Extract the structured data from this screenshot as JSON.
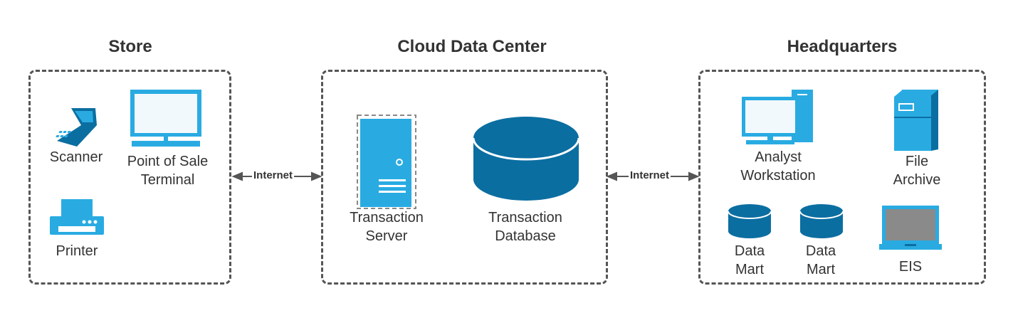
{
  "sections": {
    "store": "Store",
    "cloud": "Cloud Data Center",
    "hq": "Headquarters"
  },
  "store": {
    "scanner": "Scanner",
    "pos_line1": "Point of Sale",
    "pos_line2": "Terminal",
    "printer": "Printer"
  },
  "cloud": {
    "server_line1": "Transaction",
    "server_line2": "Server",
    "db_line1": "Transaction",
    "db_line2": "Database"
  },
  "hq": {
    "analyst_line1": "Analyst",
    "analyst_line2": "Workstation",
    "file_line1": "File",
    "file_line2": "Archive",
    "mart1_line1": "Data",
    "mart1_line2": "Mart",
    "mart2_line1": "Data",
    "mart2_line2": "Mart",
    "eis": "EIS"
  },
  "connections": {
    "left": "Internet",
    "right": "Internet"
  },
  "colors": {
    "light_blue": "#29abe2",
    "dark_blue": "#0b6ea1",
    "border": "#555555"
  }
}
